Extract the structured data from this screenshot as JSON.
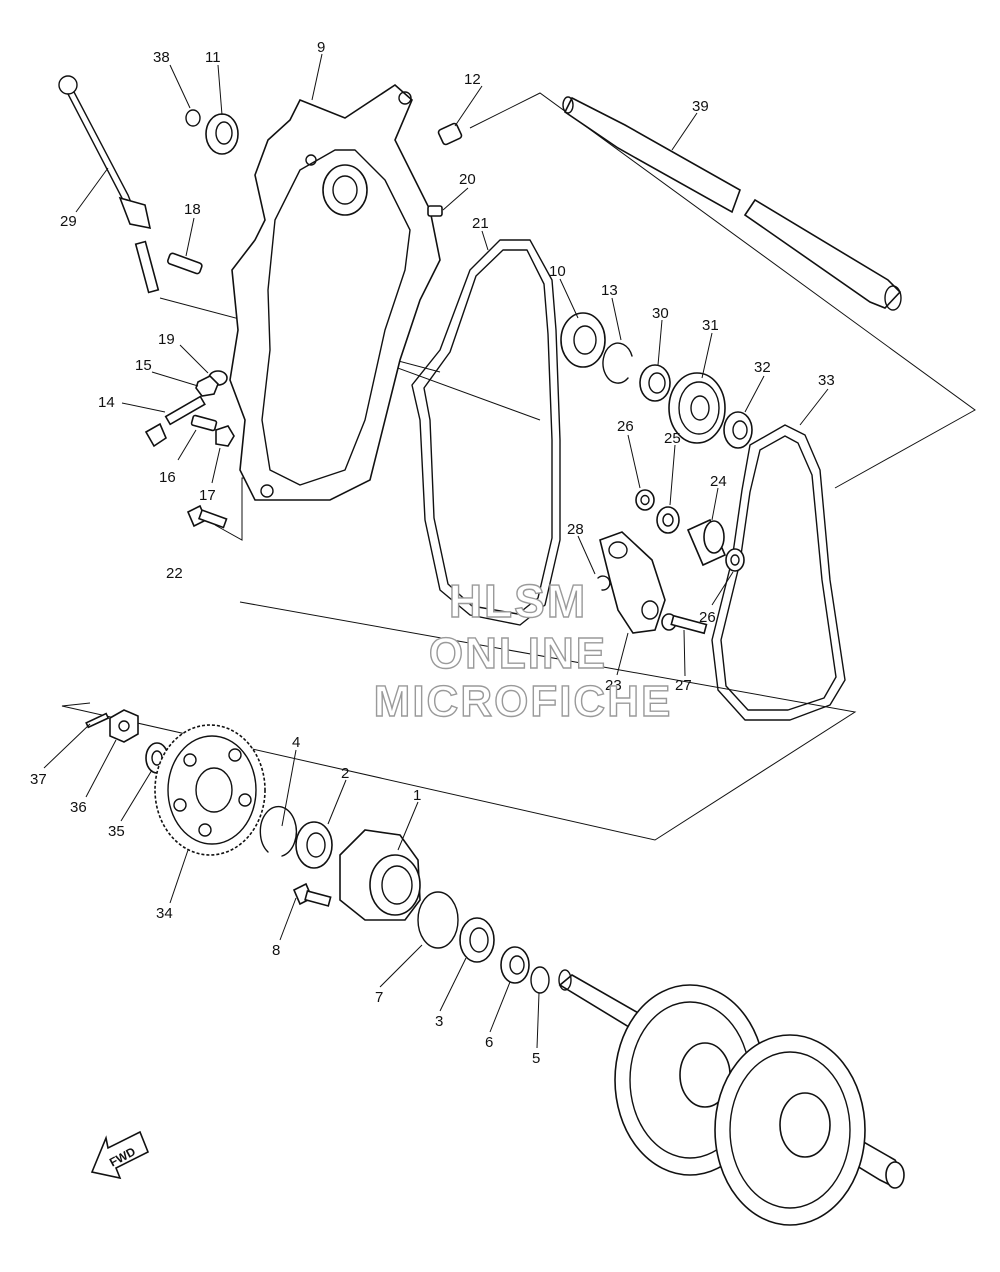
{
  "callouts": [
    "38",
    "11",
    "9",
    "12",
    "39",
    "29",
    "18",
    "20",
    "21",
    "10",
    "13",
    "30",
    "31",
    "32",
    "33",
    "19",
    "15",
    "14",
    "16",
    "17",
    "22",
    "26",
    "25",
    "24",
    "28",
    "26",
    "23",
    "27",
    "37",
    "36",
    "35",
    "34",
    "4",
    "2",
    "1",
    "8",
    "7",
    "3",
    "6",
    "5"
  ],
  "watermark": {
    "line1": "HLSM",
    "line2": "ONLINE",
    "line3": "MICROFICHE"
  },
  "fwd_badge": "FWD"
}
